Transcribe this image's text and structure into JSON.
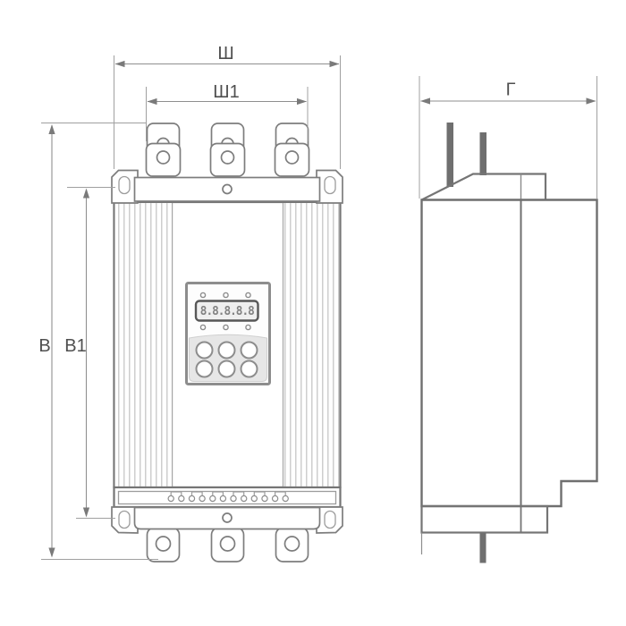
{
  "drawing": {
    "labels": {
      "width": "Ш",
      "width_inner": "Ш1",
      "depth": "Г",
      "height": "В",
      "height_inner": "В1"
    },
    "display_value": "8.8.8.8.8",
    "counts": {
      "top_terminal_lugs": 3,
      "bottom_terminal_lugs": 3,
      "control_terminal_screws": 12,
      "keypad_buttons": 6,
      "leds_above_display": 3,
      "leds_below_display": 3,
      "display_digits": 5
    },
    "colors": {
      "background": "#ffffff",
      "outline_gray": "#757575",
      "side_view_gray": "#6f6f6f",
      "fin_gray": "#c2c2c2",
      "dimension_gray": "#8f8f8f",
      "label_text": "#4f4f4f",
      "keypad_fill": "#e6e6e6",
      "display_border": "#575757"
    }
  }
}
